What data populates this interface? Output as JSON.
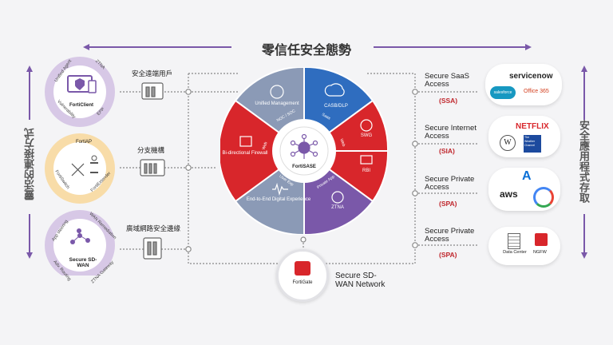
{
  "header": {
    "title": "零信任安全態勢"
  },
  "left_vertical_label": "靈活的連接方式",
  "right_vertical_label": "安全應用程式存取",
  "left_circles": [
    {
      "name": "FortiClient",
      "tl": "Unified Agent",
      "tr": "ZTNA",
      "bl": "Vulnerability",
      "br": "EPP",
      "color": "#c9b6dc",
      "ring": "#b9a2d2"
    },
    {
      "name": "FortiAP",
      "tl": "",
      "tr": "",
      "bl": "FortiSwitch",
      "br": "FortiExtender",
      "color": "#f6d9a0",
      "ring": "#f0c778"
    },
    {
      "name": "Secure SD-WAN",
      "tl": "App steering",
      "tr": "WAN Remediation",
      "bl": "Adv. Routing",
      "br": "ZTNA Gateway",
      "color": "#c9b6dc",
      "ring": "#b9a2d2"
    }
  ],
  "left_nodes": [
    "安全遠端用戶",
    "分支機構",
    "廣域網路安全邊緣"
  ],
  "wheel": {
    "center": "FortiSASE",
    "segments": [
      {
        "label": "Unified Management",
        "tag": "NOC / SOC",
        "color": "#8b9ab6"
      },
      {
        "label": "CASB/DLP",
        "tag": "Saas",
        "color": "#2f6dbf"
      },
      {
        "label": "SWG",
        "tag": "Web",
        "color": "#d8262b"
      },
      {
        "label": "RBI",
        "tag": "",
        "color": "#d8262b"
      },
      {
        "label": "ZTNA",
        "tag": "Private App",
        "color": "#7a58a9"
      },
      {
        "label": "End-to-End Digital Experience",
        "tag": "User Exp",
        "color": "#8b9ab6"
      },
      {
        "label": "Bi-directional Firewall",
        "tag": "Web",
        "color": "#d8262b"
      }
    ]
  },
  "fortigate": {
    "label": "FortiGate",
    "caption": "Secure SD-WAN Network"
  },
  "right_items": [
    {
      "title": "Secure SaaS Access",
      "code": "(SSA)",
      "logos": [
        "servicenow",
        "salesforce",
        "Office 365"
      ]
    },
    {
      "title": "Secure Internet Access",
      "code": "(SIA)",
      "logos": [
        "NETFLIX",
        "W",
        "The Weather Channel"
      ]
    },
    {
      "title": "Secure Private Access",
      "code": "(SPA)",
      "logos": [
        "A",
        "aws",
        "G"
      ]
    },
    {
      "title": "Secure Private Access",
      "code": "(SPA)",
      "logos": [
        "Data Center",
        "NGFW"
      ]
    }
  ],
  "colors": {
    "purple": "#7a58a9",
    "red": "#c0272d",
    "blue": "#2f6dbf",
    "gray": "#8b9ab6"
  }
}
